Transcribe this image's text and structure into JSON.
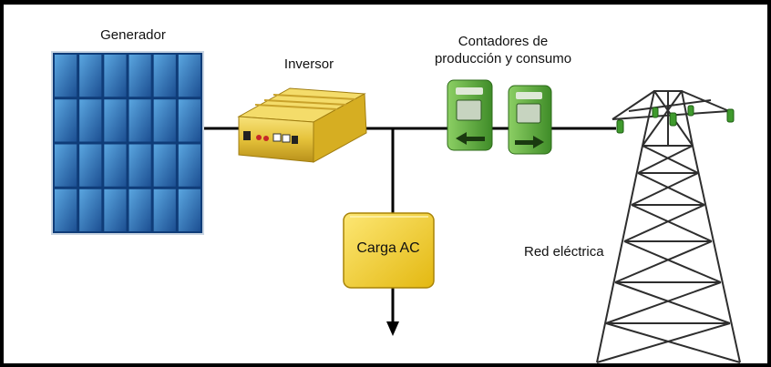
{
  "labels": {
    "generator": "Generador",
    "inverter": "Inversor",
    "meters_line1": "Contadores de",
    "meters_line2": "producción y consumo",
    "load": "Carga AC",
    "grid": "Red eléctrica"
  },
  "colors": {
    "panel_frame": "#b9c7d6",
    "panel_cell_light": "#3a86c8",
    "panel_cell_dark": "#1c4f92",
    "inverter_gold": "#e5c23a",
    "meter_green": "#5fae3c",
    "load_yellow": "#f2d229",
    "tower": "#2e2e2e",
    "insulator": "#3f9a2d"
  },
  "icons": {
    "generator": "solar-panel-icon",
    "inverter": "inverter-icon",
    "meter_production": "meter-arrow-left-icon",
    "meter_consumption": "meter-arrow-right-icon",
    "load": "ac-load-box-icon",
    "grid": "transmission-tower-icon"
  }
}
